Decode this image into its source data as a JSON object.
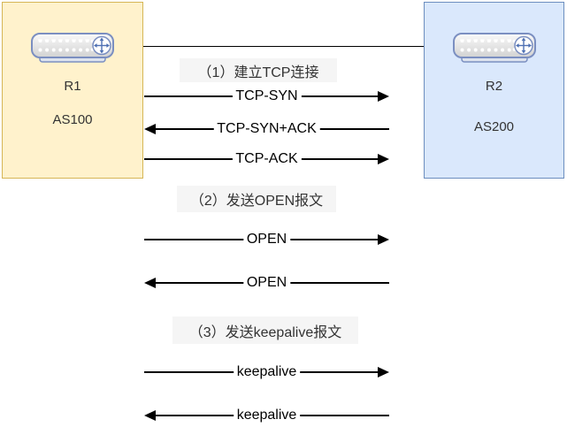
{
  "actors": {
    "r1": {
      "name": "R1",
      "as_number": "AS100",
      "icon": "router-switch-icon"
    },
    "r2": {
      "name": "R2",
      "as_number": "AS200",
      "icon": "router-switch-icon"
    }
  },
  "section_labels": {
    "s1": "（1）建立TCP连接",
    "s2": "（2）发送OPEN报文",
    "s3": "（3）发送keepalive报文"
  },
  "messages": {
    "m1": {
      "label": "TCP-SYN",
      "direction": "right"
    },
    "m2": {
      "label": "TCP-SYN+ACK",
      "direction": "left"
    },
    "m3": {
      "label": "TCP-ACK",
      "direction": "right"
    },
    "m4": {
      "label": "OPEN",
      "direction": "right"
    },
    "m5": {
      "label": "OPEN",
      "direction": "left"
    },
    "m6": {
      "label": "keepalive",
      "direction": "right"
    },
    "m7": {
      "label": "keepalive",
      "direction": "left"
    }
  },
  "colors": {
    "actor_r1_fill": "#FFF2CC",
    "actor_r1_border": "#D6B656",
    "actor_r2_fill": "#DAE8FC",
    "actor_r2_border": "#6C8EBF",
    "section_label_bg": "#F5F5F5",
    "message_label_bg": "#FFFFFF",
    "arrow_color": "#000000",
    "text_color": "#333333",
    "router_border": "#7B8FC1",
    "router_accent": "#4F71B3"
  }
}
